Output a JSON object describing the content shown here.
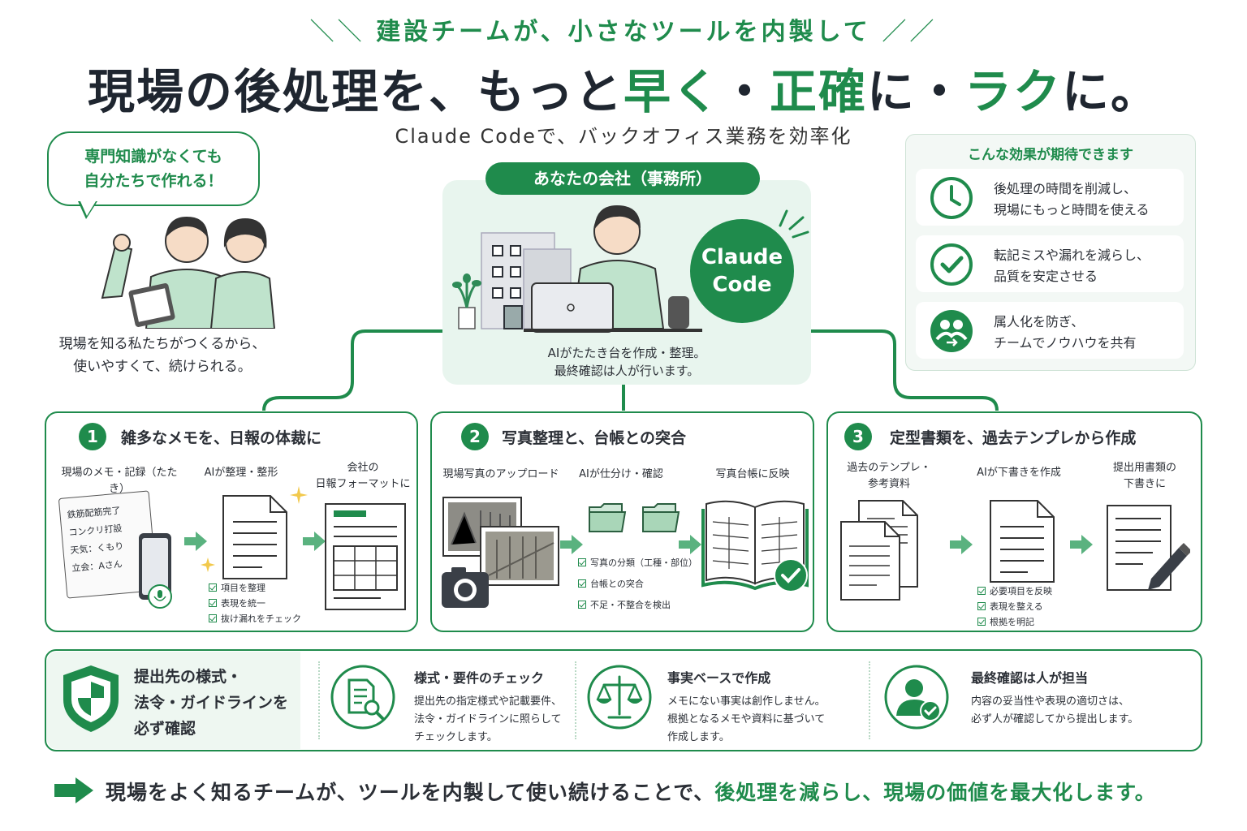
{
  "header": {
    "tagline": "建設チームが、小さなツールを内製して",
    "headline_part1": "現場の後処理を、もっと",
    "headline_green1": "早く",
    "headline_dot1": "・",
    "headline_green2": "正確",
    "headline_mid": "に・",
    "headline_green3": "ラク",
    "headline_end": "に。",
    "subhead": "Claude Codeで、バックオフィス業務を効率化"
  },
  "left": {
    "bubble_line1": "専門知識がなくても",
    "bubble_line2": "自分たちで作れる！",
    "caption_line1": "現場を知る私たちがつくるから、",
    "caption_line2": "使いやすくて、続けられる。"
  },
  "center": {
    "pill": "あなたの会社（事務所）",
    "claude_line1": "Claude",
    "claude_line2": "Code",
    "caption_line1": "AIがたたき台を作成・整理。",
    "caption_line2": "最終確認は人が行います。"
  },
  "effects": {
    "title": "こんな効果が期待できます",
    "items": [
      {
        "icon": "clock-icon",
        "line1": "後処理の時間を削減し、",
        "line2": "現場にもっと時間を使える"
      },
      {
        "icon": "check-circle-icon",
        "line1": "転記ミスや漏れを減らし、",
        "line2": "品質を安定させる"
      },
      {
        "icon": "team-share-icon",
        "line1": "属人化を防ぎ、",
        "line2": "チームでノウハウを共有"
      }
    ]
  },
  "steps": [
    {
      "num": "1",
      "title": "雑多なメモを、日報の体裁に",
      "col1": "現場のメモ・記録（たたき）",
      "col2": "AIが整理・整形",
      "col3_line1": "会社の",
      "col3_line2": "日報フォーマットに",
      "memo_lines": [
        "鉄筋配筋完了",
        "コンクリ打設",
        "天気：くもり",
        "立会：Aさん"
      ],
      "checks": [
        "項目を整理",
        "表現を統一",
        "抜け漏れをチェック"
      ]
    },
    {
      "num": "2",
      "title": "写真整理と、台帳との突合",
      "col1": "現場写真のアップロード",
      "col2": "AIが仕分け・確認",
      "col3": "写真台帳に反映",
      "checks": [
        "写真の分類（工種・部位）",
        "台帳との突合",
        "不足・不整合を検出"
      ]
    },
    {
      "num": "3",
      "title": "定型書類を、過去テンプレから作成",
      "col1_line1": "過去のテンプレ・",
      "col1_line2": "参考資料",
      "col2": "AIが下書きを作成",
      "col3_line1": "提出用書類の",
      "col3_line2": "下書きに",
      "checks": [
        "必要項目を反映",
        "表現を整える",
        "根拠を明記"
      ]
    }
  ],
  "checkbar": {
    "lead_line1": "提出先の様式・",
    "lead_line2": "法令・ガイドラインを",
    "lead_line3": "必ず確認",
    "items": [
      {
        "icon": "document-search-icon",
        "title": "様式・要件のチェック",
        "line1": "提出先の指定様式や記載要件、",
        "line2": "法令・ガイドラインに照らして",
        "line3": "チェックします。"
      },
      {
        "icon": "scale-icon",
        "title": "事実ベースで作成",
        "line1": "メモにない事実は創作しません。",
        "line2": "根拠となるメモや資料に基づいて",
        "line3": "作成します。"
      },
      {
        "icon": "person-check-icon",
        "title": "最終確認は人が担当",
        "line1": "内容の妥当性や表現の適切さは、",
        "line2": "必ず人が確認してから提出します。",
        "line3": ""
      }
    ]
  },
  "footer": {
    "part1": "現場をよく知るチームが、ツールを内製して使い続けることで、",
    "part2": "後処理を減らし、現場の価値を最大化します。"
  },
  "colors": {
    "accent": "#1f8b4c",
    "light": "#e8f5ee",
    "text": "#2b2f36"
  }
}
